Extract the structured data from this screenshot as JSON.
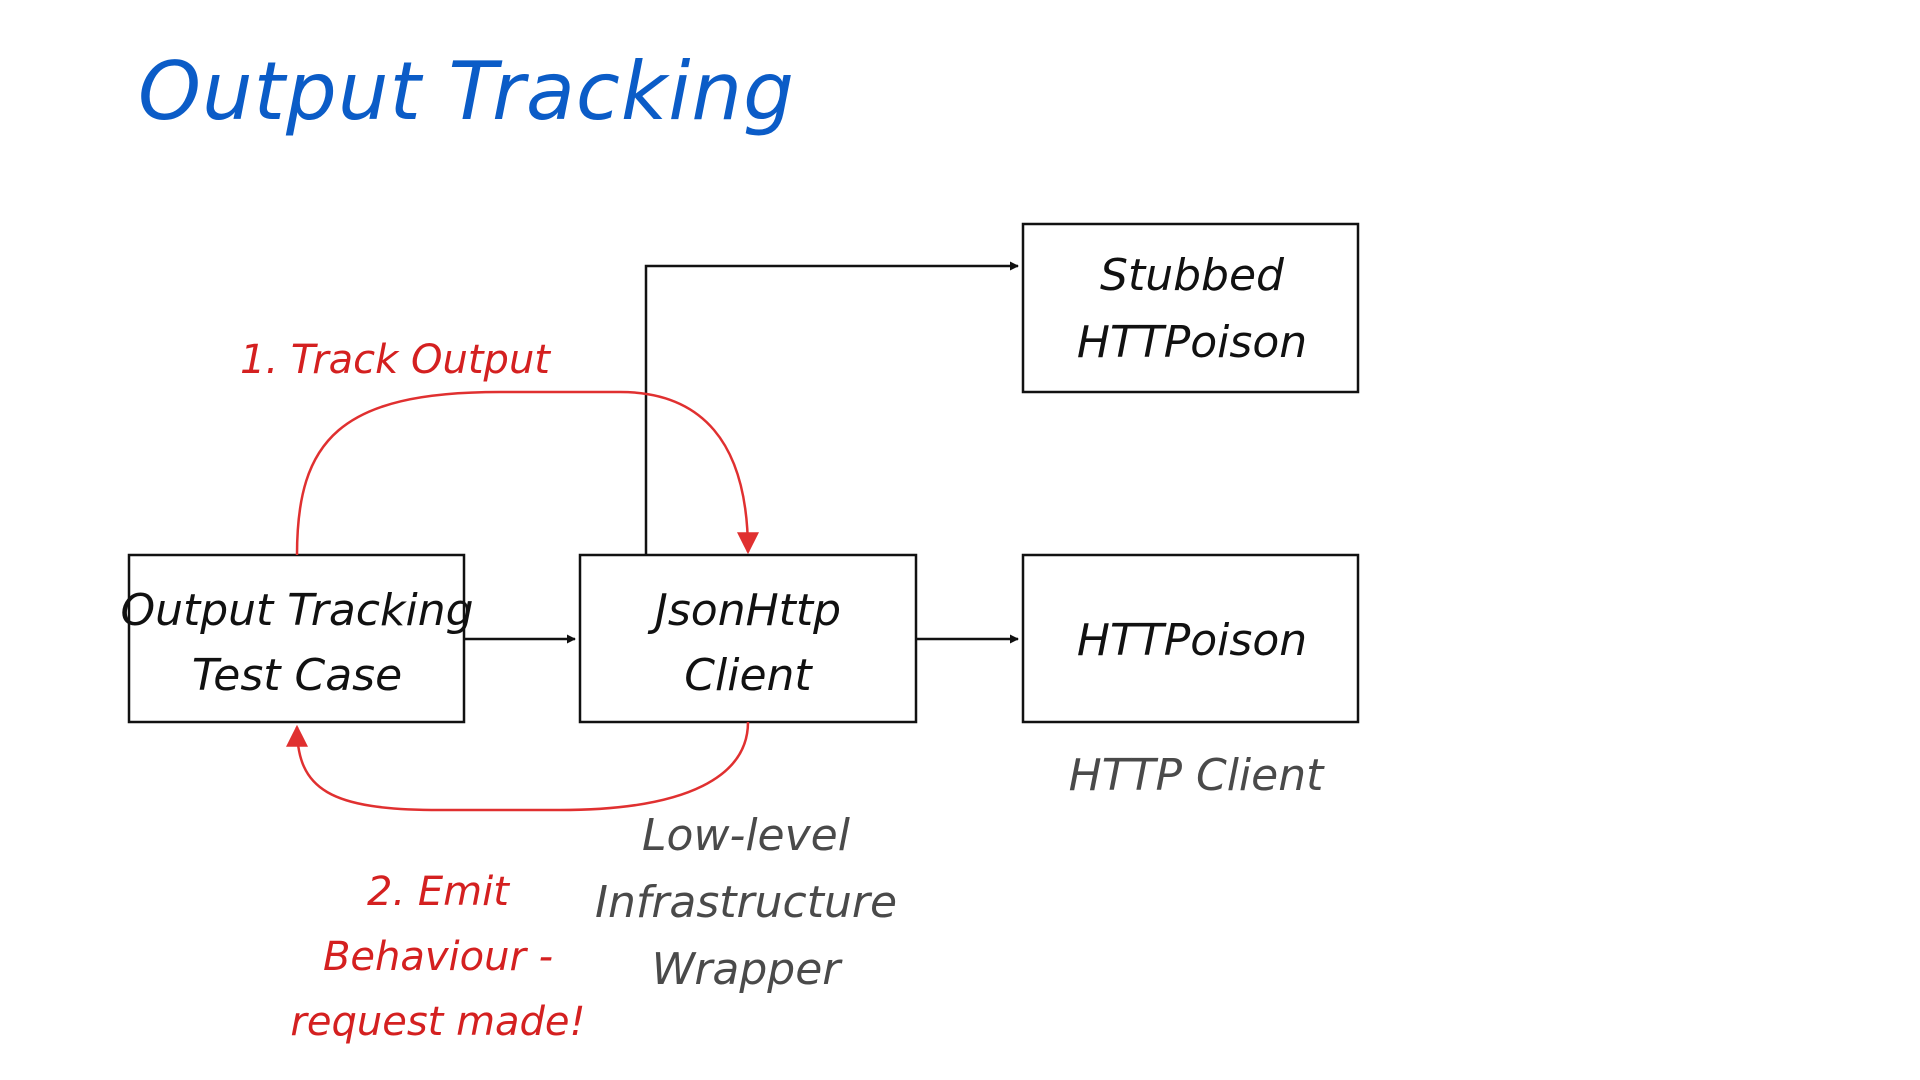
{
  "title": "Output Tracking",
  "colors": {
    "title": "#0b5cc7",
    "box_border": "#111111",
    "black_arrow": "#111111",
    "red_arrow": "#e03030",
    "red_text": "#d42020",
    "grey_text": "#4a4a4a"
  },
  "boxes": {
    "test_case": {
      "line1": "Output Tracking",
      "line2": "Test Case"
    },
    "json_client": {
      "line1": "JsonHttp",
      "line2": "Client"
    },
    "stubbed": {
      "line1": "Stubbed",
      "line2": "HTTPoison"
    },
    "httpoison": {
      "line1": "HTTPoison"
    }
  },
  "labels": {
    "track_output": "1. Track Output",
    "emit": {
      "line1": "2. Emit",
      "line2": "Behaviour -",
      "line3": "request made!"
    },
    "wrapper": {
      "line1": "Low-level",
      "line2": "Infrastructure",
      "line3": "Wrapper"
    },
    "http_client": "HTTP Client"
  }
}
